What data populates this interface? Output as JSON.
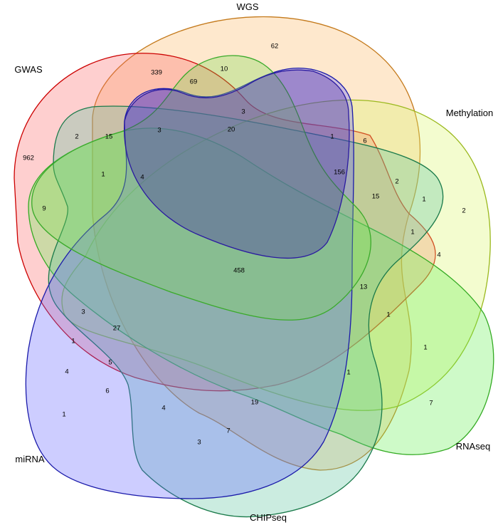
{
  "sets": [
    {
      "name": "WGS",
      "fill": "#fdb863",
      "stroke": "#c47a1c"
    },
    {
      "name": "GWAS",
      "fill": "#fb6a6a",
      "stroke": "#cc0000"
    },
    {
      "name": "Methylation",
      "fill": "#d9f56a",
      "stroke": "#9ab81c"
    },
    {
      "name": "RNAseq",
      "fill": "#66ee55",
      "stroke": "#33aa22"
    },
    {
      "name": "CHIPseq",
      "fill": "#5cc4a0",
      "stroke": "#1a7a4a"
    },
    {
      "name": "miRNA",
      "fill": "#6464ff",
      "stroke": "#1a1aaa"
    },
    {
      "name": "",
      "fill": "#7ddd55",
      "stroke": "#3aaa2a"
    },
    {
      "name": "",
      "fill": "#3a1aa8",
      "stroke": "#2a1aa0"
    }
  ],
  "counts": [
    "62",
    "339",
    "10",
    "69",
    "962",
    "3",
    "20",
    "1",
    "6",
    "2",
    "15",
    "3",
    "1",
    "156",
    "2",
    "9",
    "4",
    "15",
    "1",
    "2",
    "1",
    "4",
    "458",
    "13",
    "3",
    "27",
    "1",
    "1",
    "5",
    "4",
    "6",
    "1",
    "19",
    "7",
    "4",
    "7",
    "3",
    "1"
  ]
}
